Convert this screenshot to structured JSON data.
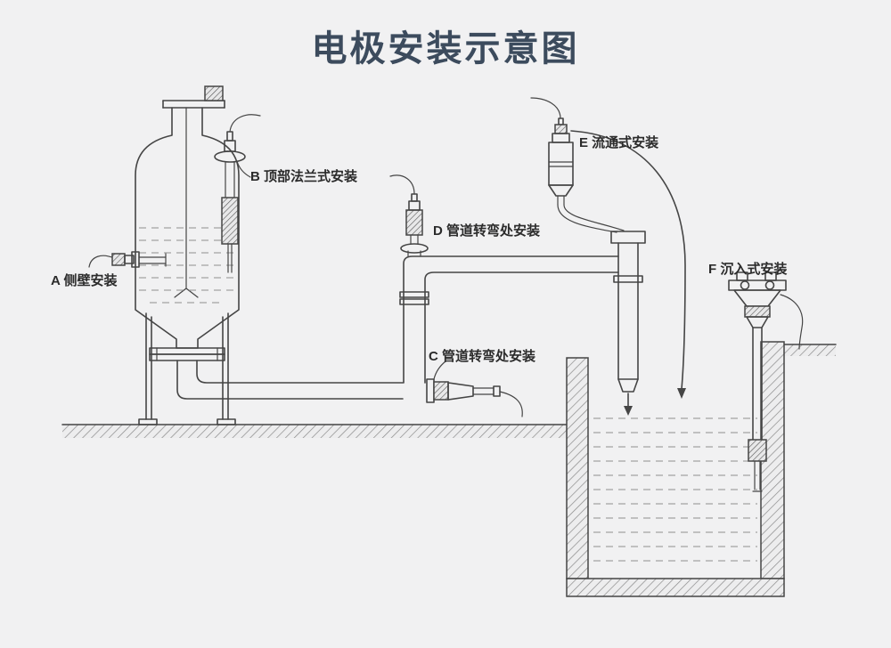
{
  "title": "电极安装示意图",
  "labels": {
    "a": "A 侧壁安装",
    "b": "B 顶部法兰式安装",
    "c": "C 管道转弯处安装",
    "d": "D 管道转弯处安装",
    "e": "E 流通式安装",
    "f": "F 沉入式安装"
  },
  "colors": {
    "background": "#f1f1f2",
    "title": "#3c4b5d",
    "line": "#454545",
    "liquid_dash": "#8f8f8f"
  }
}
